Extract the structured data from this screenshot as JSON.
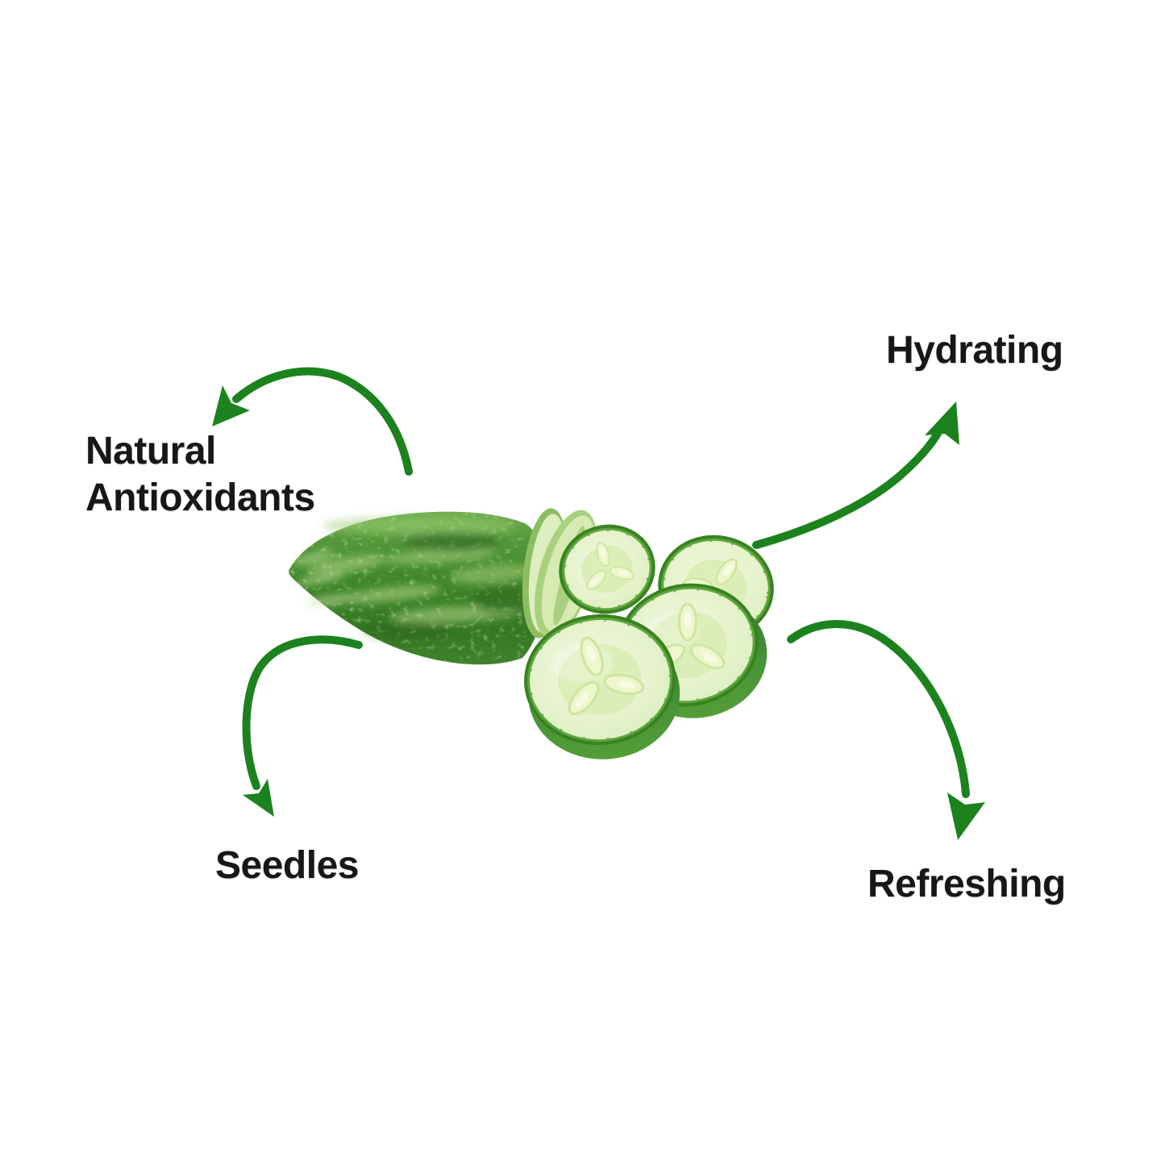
{
  "page": {
    "background_color": "#ffffff",
    "subject": "Cucumber benefits infographic"
  },
  "colors": {
    "arrow_green": "#1c821e",
    "label_text": "#171717",
    "cucumber_rind_dark": "#37831f",
    "cucumber_flesh_pale": "#e6f3cd"
  },
  "labels": {
    "natural_antioxidants": {
      "line1": "Natural",
      "line2": "Antioxidants"
    },
    "hydrating": "Hydrating",
    "seedles": "Seedles",
    "refreshing": "Refreshing"
  },
  "illustration": {
    "description": "whole cucumber cut open with four cucumber slices"
  }
}
